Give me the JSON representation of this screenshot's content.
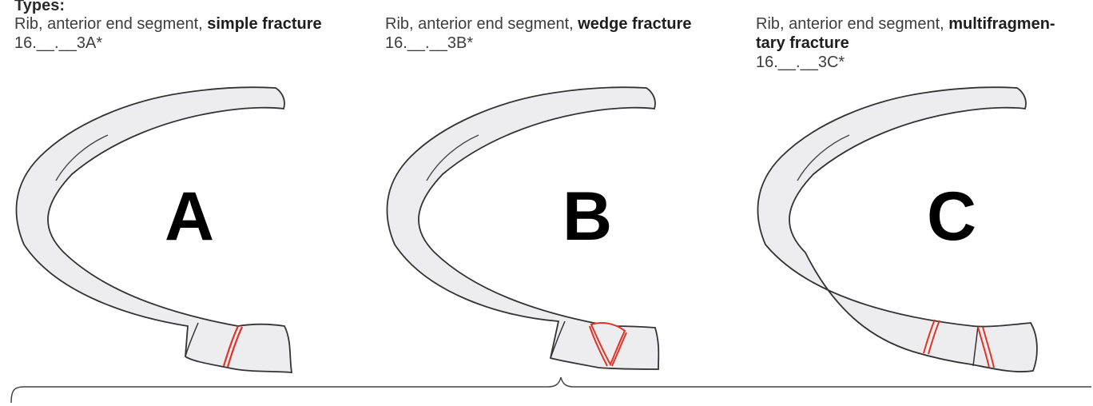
{
  "header": {
    "title": "Types:"
  },
  "types": [
    {
      "caption_prefix": "Rib, anterior end segment, ",
      "caption_bold": "simple fracture",
      "code": "16.__.__3A*",
      "letter": "A",
      "fracture": "simple"
    },
    {
      "caption_prefix": "Rib, anterior end segment, ",
      "caption_bold": "wedge fracture",
      "code": "16.__.__3B*",
      "letter": "B",
      "fracture": "wedge"
    },
    {
      "caption_prefix": "Rib, anterior end segment, ",
      "caption_bold": "multifragmen-",
      "caption_bold_line2": "tary fracture",
      "code": "16.__.__3C*",
      "letter": "C",
      "fracture": "multifragmentary"
    }
  ],
  "colors": {
    "bone_fill": "#ededef",
    "outline": "#333333",
    "fracture_line": "#e0342a",
    "label": "#000000"
  }
}
